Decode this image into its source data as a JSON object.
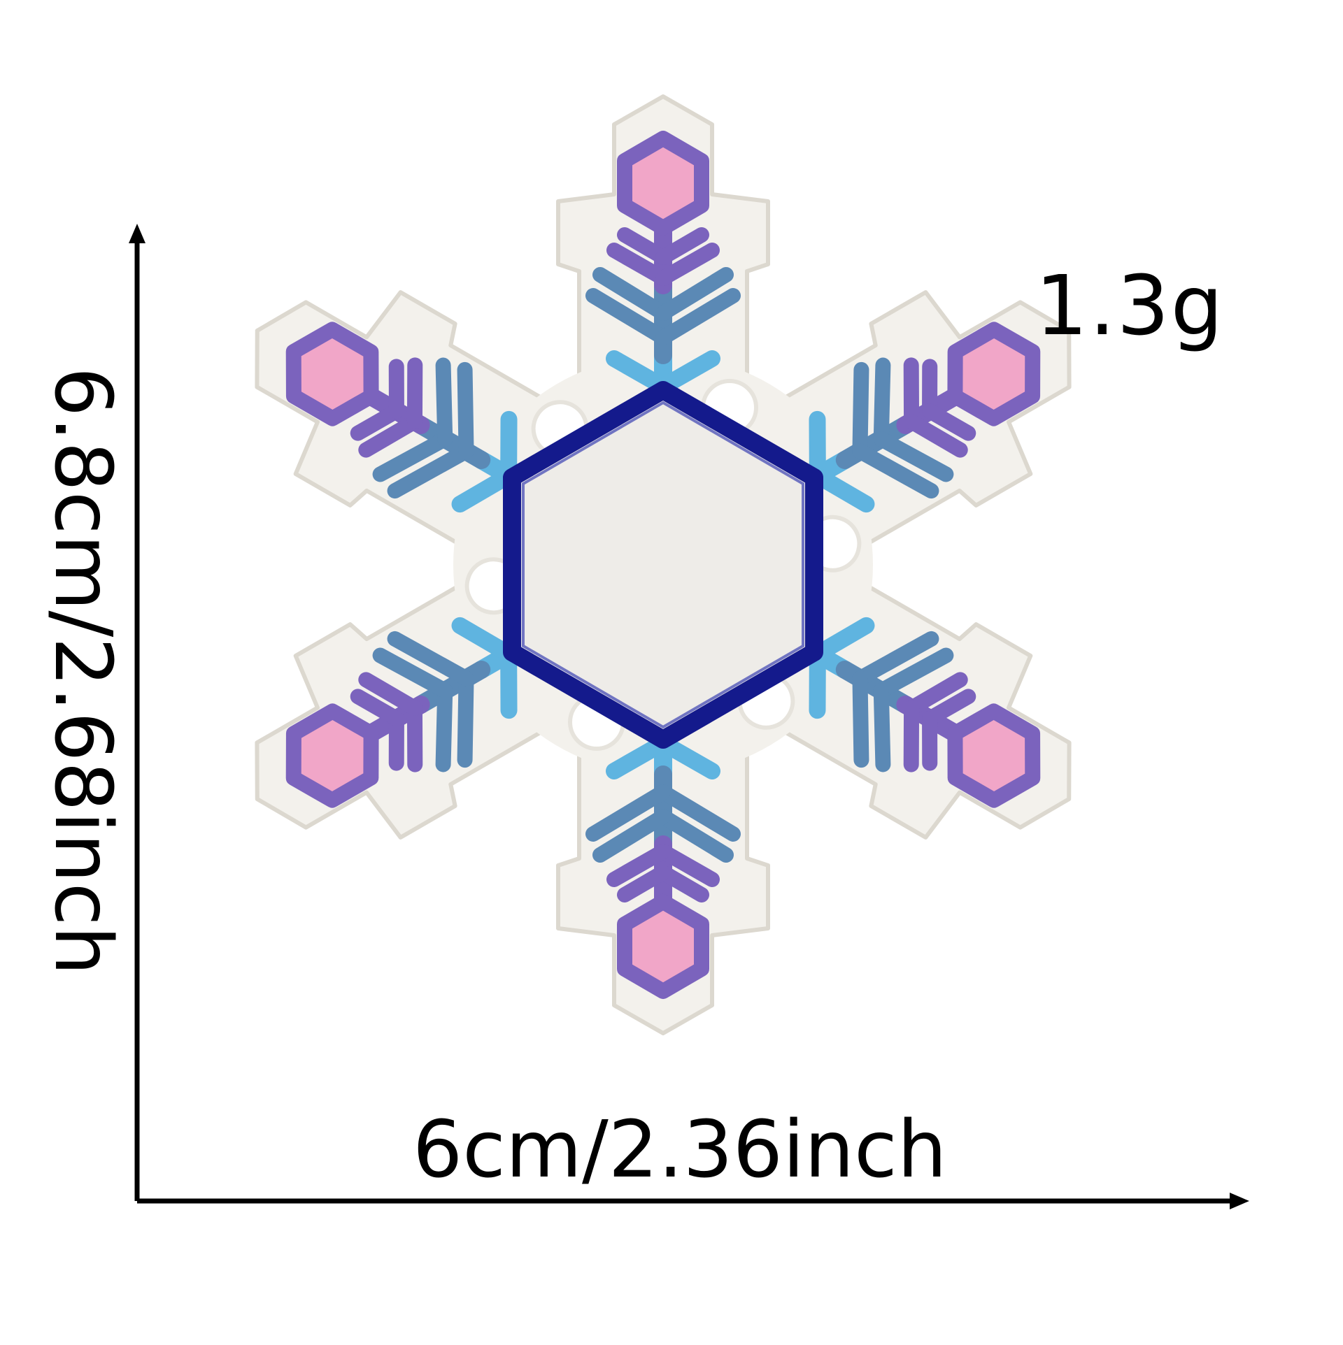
{
  "dimensions": {
    "height": "6.8cm/2.68inch",
    "width": "6cm/2.36inch"
  },
  "weight": "1.3g",
  "colors": {
    "background": "#ffffff",
    "patch_base": "#f3f1ec",
    "patch_edge": "#dcd8cf",
    "hexagon_outline": "#141a8c",
    "hexagon_fill": "#eeece8",
    "light_blue": "#5fb4e0",
    "steel_blue": "#5b89b5",
    "purple": "#7b63bd",
    "pink": "#f1a6c8",
    "axis": "#000000"
  },
  "icons": {
    "product": "snowflake-embroidered-patch",
    "axes": "dimension-arrows"
  }
}
